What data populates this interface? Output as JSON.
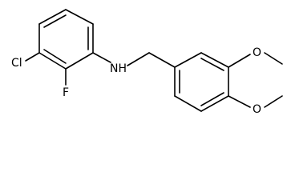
{
  "molecule": {
    "atoms": {
      "chlorine": "Cl",
      "fluorine": "F",
      "amine": "NH",
      "oxygen_upper": "O",
      "oxygen_lower": "O"
    },
    "colors": {
      "bond": "#000000",
      "label": "#000000",
      "background": "#ffffff"
    }
  }
}
